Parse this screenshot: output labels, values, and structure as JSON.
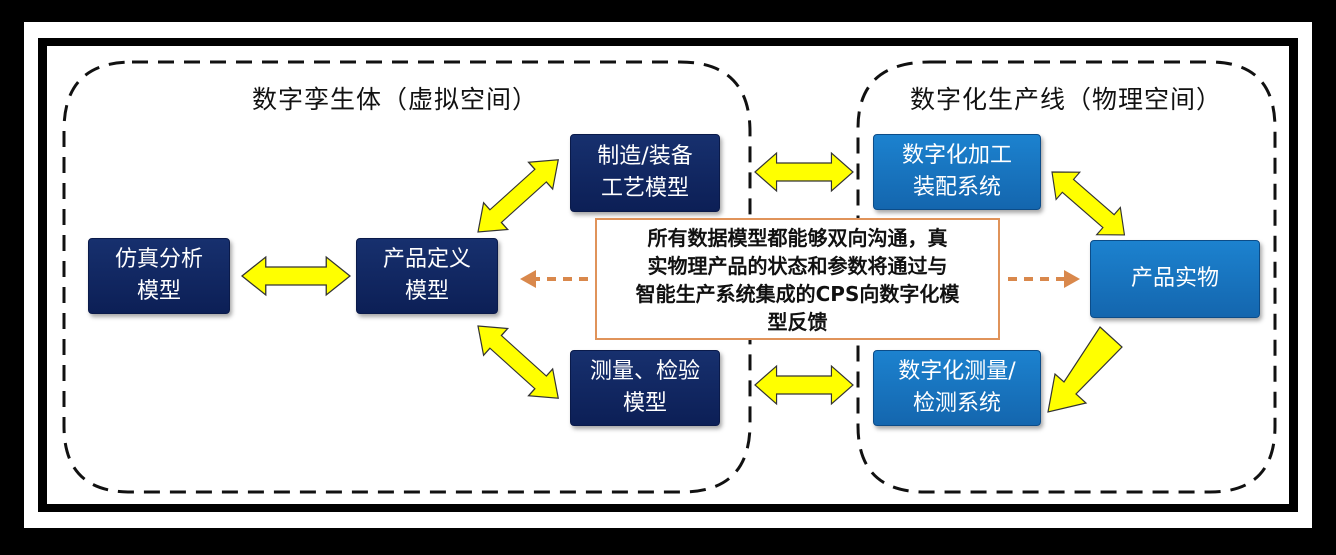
{
  "regions": {
    "virtual_title": "数字孪生体（虚拟空间）",
    "physical_title": "数字化生产线（物理空间）"
  },
  "nodes": {
    "simulation": "仿真分析\n模型",
    "product_definition": "产品定义\n模型",
    "manufacturing_process": "制造/装备\n工艺模型",
    "measurement": "测量、检验\n模型",
    "digital_assembly": "数字化加工\n装配系统",
    "product_physical": "产品实物",
    "digital_measurement": "数字化测量/\n检测系统"
  },
  "note": "所有数据模型都能够双向沟通，真\n实物理产品的状态和参数将通过与\n智能生产系统集成的CPS向数字化模\n型反馈",
  "colors": {
    "dark_box": "#0c1f56",
    "light_box": "#1466ae",
    "arrow_fill": "#ffff00",
    "note_border": "#e0935a",
    "dashed_arrow": "#d9884c"
  }
}
